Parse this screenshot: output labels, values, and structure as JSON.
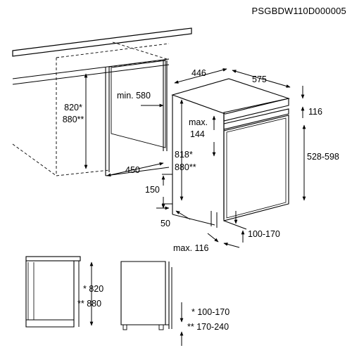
{
  "diagram": {
    "code": "PSGBDW110D000005",
    "top": {
      "cavity_height_1": "820*",
      "cavity_height_2": "880**",
      "min_width": "min. 580",
      "cavity_depth": "450",
      "width": "446",
      "depth": "575",
      "top_gap": "116",
      "max_label": "max.",
      "max_value": "144",
      "height_1": "818*",
      "height_2": "880**",
      "panel_height": "528-598",
      "plinth_height": "150",
      "plinth_gap": "50",
      "foot_range": "100-170",
      "max_depth": "max. 116"
    },
    "bottom": {
      "height_1": "* 820",
      "height_2": "** 880",
      "foot_1": "* 100-170",
      "foot_2": "** 170-240"
    }
  }
}
